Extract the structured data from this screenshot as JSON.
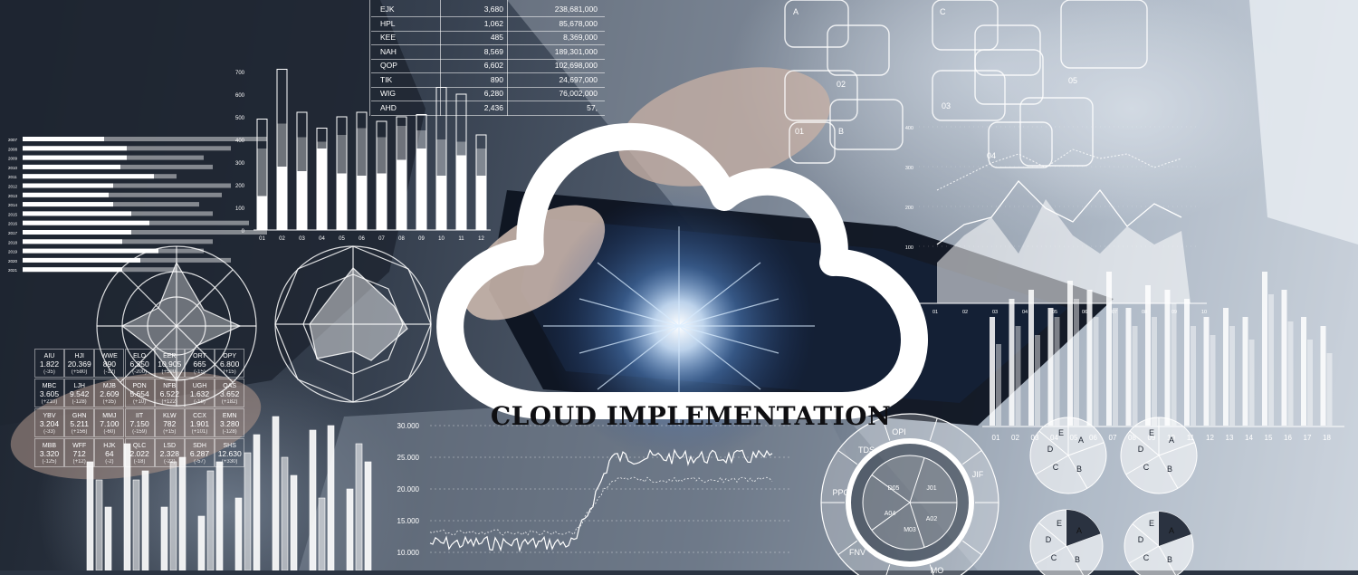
{
  "headline": {
    "text": "CLOUD IMPLEMENTATION"
  },
  "colors": {
    "overlay": "#ffffff",
    "headline": "#0f0f12",
    "lens_glow": "#7fb8ff",
    "background_dark": "#1c232e",
    "background_light": "#d7dee6"
  },
  "stock_table": {
    "rows": [
      {
        "ticker": "EJK",
        "volume": "3,680",
        "value": "238,681,000"
      },
      {
        "ticker": "HPL",
        "volume": "1,062",
        "value": "85,678,000"
      },
      {
        "ticker": "KEE",
        "volume": "485",
        "value": "8,369,000"
      },
      {
        "ticker": "NAH",
        "volume": "8,569",
        "value": "189,301,000"
      },
      {
        "ticker": "QOP",
        "volume": "6,602",
        "value": "102,698,000"
      },
      {
        "ticker": "TIK",
        "volume": "890",
        "value": "24,697,000"
      },
      {
        "ticker": "WIG",
        "volume": "6,280",
        "value": "76,002,000"
      },
      {
        "ticker": "AHD",
        "volume": "2,436",
        "value": "57,"
      }
    ]
  },
  "ticker_grid": {
    "cells": [
      {
        "code": "AIU",
        "value": "1.822",
        "delta": "(-35)"
      },
      {
        "code": "HJI",
        "value": "20.369",
        "delta": "(+580)"
      },
      {
        "code": "WWE",
        "value": "890",
        "delta": "(-12)"
      },
      {
        "code": "ELO",
        "value": "6.350",
        "delta": "(-200)"
      },
      {
        "code": "EER",
        "value": "10.905",
        "delta": "(+590)"
      },
      {
        "code": "ORT",
        "value": "665",
        "delta": "(-15)"
      },
      {
        "code": "OPY",
        "value": "6.800",
        "delta": "(+15)"
      },
      {
        "code": "MBC",
        "value": "3.605",
        "delta": "(+210)"
      },
      {
        "code": "LJH",
        "value": "9.542",
        "delta": "(-128)"
      },
      {
        "code": "MJB",
        "value": "2.609",
        "delta": "(+35)"
      },
      {
        "code": "PON",
        "value": "5.654",
        "delta": "(+10)"
      },
      {
        "code": "NFB",
        "value": "6.522",
        "delta": "(+122)"
      },
      {
        "code": "UGH",
        "value": "1.632",
        "delta": "(-18)"
      },
      {
        "code": "QAS",
        "value": "3.652",
        "delta": "(+182)"
      },
      {
        "code": "YBV",
        "value": "3.204",
        "delta": "(-33)"
      },
      {
        "code": "GHN",
        "value": "5.211",
        "delta": "(+156)"
      },
      {
        "code": "MMJ",
        "value": "7.100",
        "delta": "(-60)"
      },
      {
        "code": "IIT",
        "value": "7.150",
        "delta": "(-159)"
      },
      {
        "code": "KLW",
        "value": "782",
        "delta": "(+15)"
      },
      {
        "code": "CCX",
        "value": "1.901",
        "delta": "(+101)"
      },
      {
        "code": "EMN",
        "value": "3.280",
        "delta": "(-128)"
      },
      {
        "code": "MBB",
        "value": "3.320",
        "delta": "(-125)"
      },
      {
        "code": "WFF",
        "value": "712",
        "delta": "(+12)"
      },
      {
        "code": "HJK",
        "value": "64",
        "delta": "(-2)"
      },
      {
        "code": "QLC",
        "value": "2.022",
        "delta": "(-18)"
      },
      {
        "code": "LSD",
        "value": "2.328",
        "delta": "(-22)"
      },
      {
        "code": "SDH",
        "value": "6.287",
        "delta": "(-57)"
      },
      {
        "code": "SHS",
        "value": "12.630",
        "delta": "(+330)"
      }
    ]
  },
  "upper_bar_chart": {
    "y_ticks": [
      "700",
      "600",
      "500",
      "400",
      "300",
      "200",
      "100",
      "0"
    ],
    "x_ticks": [
      "01",
      "02",
      "03",
      "04",
      "05",
      "06",
      "07",
      "08",
      "09",
      "10",
      "11",
      "12"
    ],
    "totals": [
      490,
      710,
      520,
      450,
      500,
      520,
      480,
      500,
      510,
      630,
      600,
      420
    ],
    "mid": [
      360,
      470,
      410,
      390,
      420,
      450,
      410,
      460,
      440,
      400,
      390,
      360
    ],
    "low": [
      150,
      280,
      260,
      360,
      250,
      240,
      250,
      310,
      360,
      240,
      330,
      240
    ]
  },
  "hbar_list": {
    "row_labels": [
      "2007",
      "2008",
      "2009",
      "2010",
      "2011",
      "2012",
      "2013",
      "2014",
      "2015",
      "2016",
      "2017",
      "2018",
      "2019",
      "2020",
      "2021"
    ]
  },
  "line_chart": {
    "y_ticks": [
      "30.000",
      "25.000",
      "20.000",
      "15.000",
      "10.000"
    ]
  },
  "right_area_chart": {
    "y_ticks": [
      "400",
      "300",
      "200",
      "100"
    ],
    "x_ticks": [
      "01",
      "02",
      "03",
      "04",
      "05",
      "06",
      "07",
      "08",
      "09",
      "10"
    ]
  },
  "right_bar_chart": {
    "x_ticks": [
      "01",
      "02",
      "03",
      "04",
      "05",
      "06",
      "07",
      "08",
      "09",
      "10",
      "11",
      "12",
      "13",
      "14",
      "15",
      "16",
      "17",
      "18"
    ]
  },
  "sunburst": {
    "outer_labels": [
      "TDS",
      "OPI",
      "JIF",
      "PPO",
      "FNV",
      "MO"
    ],
    "inner_labels": [
      "D05",
      "J01",
      "A04",
      "M03",
      "A02"
    ]
  },
  "mini_pies": {
    "labels": [
      "A",
      "B",
      "C",
      "D",
      "E"
    ]
  },
  "flow_boxes": {
    "labels": [
      "A",
      "C",
      "02",
      "05",
      "03",
      "01",
      "B",
      "04"
    ]
  }
}
